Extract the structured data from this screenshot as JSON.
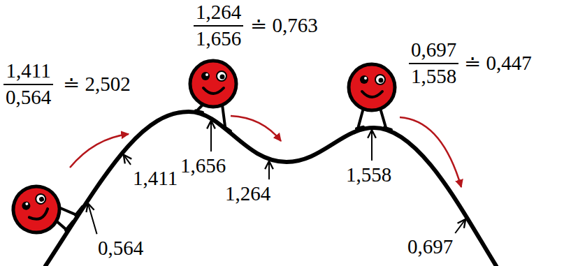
{
  "diagram": {
    "labels": [
      "1,411",
      "0,564",
      "≐ 2,502",
      "1,264",
      "1,656",
      "≐ 0,763",
      "0,697",
      "1,558",
      "≐ 0,447",
      "0,564",
      "1,411",
      "1,656",
      "1,264",
      "1,558",
      "0,697"
    ]
  }
}
